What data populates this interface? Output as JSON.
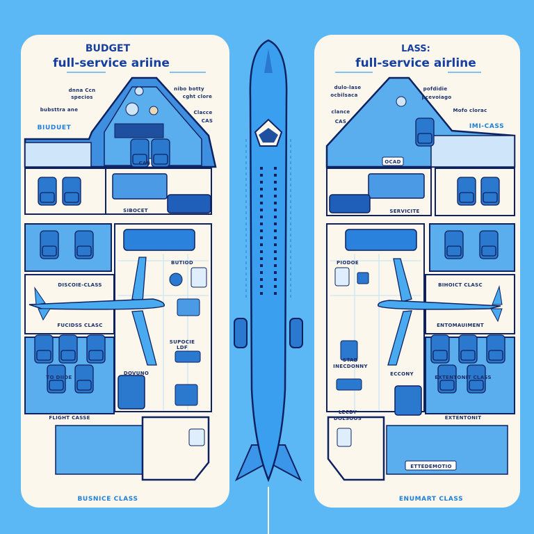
{
  "colors": {
    "background": "#5cb8f4",
    "panel": "#fbf7ec",
    "outline": "#0e2160",
    "seat": "#2b78cf",
    "accent": "#1f7fd8"
  },
  "left_panel": {
    "kicker": "BUDGET",
    "title": "full-service ariine",
    "callouts": [
      "dnna Ccn",
      "specios",
      "bubsttra ane",
      "BIUDUET",
      "nibo botty",
      "cght clore",
      "Clacce",
      "CAS",
      "CAB",
      "SIBOCET",
      "BUTIOD",
      "DISCOIE-CLASS",
      "FUCIDSS CLASC",
      "SUPOCIE",
      "LDF",
      "TO DIIDE",
      "DOVUNO",
      "FLIGHT CASSE"
    ],
    "footer": "BUSNICE CLASS"
  },
  "right_panel": {
    "kicker": "LASS:",
    "title": "full-service airline",
    "callouts": [
      "dulo-lase",
      "ocbilsaca",
      "clance",
      "CAS",
      "pofdidie",
      "pcevoiago",
      "Mofo clorac",
      "IMI-CASS",
      "OCAD",
      "SERVICITE",
      "PIODOE",
      "BIHOICT CLASC",
      "ENTOMAUIMENT",
      "STAD",
      "INECDONNY",
      "ECCONY",
      "EXTENTONIT CLASS",
      "LECDY",
      "DOLSOOS",
      "EXTENTONIT",
      "ETTEDEMOTIO"
    ],
    "footer": "ENUMART CLASS"
  }
}
